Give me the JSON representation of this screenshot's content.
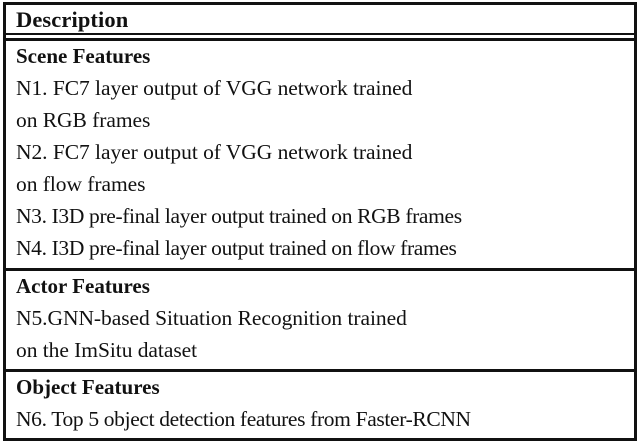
{
  "document": {
    "type": "feature-description-table",
    "header": {
      "column_label": "Description"
    },
    "sections": [
      {
        "title": "Scene Features",
        "entries": [
          {
            "id": "N1",
            "lines": [
              "N1. FC7 layer output of VGG network trained",
              "on RGB frames"
            ]
          },
          {
            "id": "N2",
            "lines": [
              "N2. FC7 layer output of VGG network trained",
              "on flow frames"
            ]
          },
          {
            "id": "N3",
            "lines": [
              "N3. I3D pre-final layer output trained on RGB frames"
            ]
          },
          {
            "id": "N4",
            "lines": [
              "N4. I3D pre-final layer output trained on flow frames"
            ]
          }
        ]
      },
      {
        "title": "Actor Features",
        "entries": [
          {
            "id": "N5",
            "lines": [
              "N5.GNN-based Situation Recognition trained",
              "on the ImSitu dataset"
            ]
          }
        ]
      },
      {
        "title": "Object Features",
        "entries": [
          {
            "id": "N6",
            "lines": [
              "N6. Top 5 object detection features from Faster-RCNN"
            ]
          }
        ]
      }
    ]
  },
  "lines": {
    "header": "Description",
    "s1_title": "Scene Features",
    "s1_l1": "N1. FC7 layer output of VGG network trained",
    "s1_l2": "on RGB frames",
    "s1_l3": "N2. FC7 layer output of VGG network trained",
    "s1_l4": "on flow frames",
    "s1_l5": "N3. I3D pre-final layer output trained on RGB frames",
    "s1_l6": "N4. I3D pre-final layer output trained on flow frames",
    "s2_title": "Actor Features",
    "s2_l1": "N5.GNN-based Situation Recognition trained",
    "s2_l2": "on the ImSitu dataset",
    "s3_title": "Object Features",
    "s3_l1": "N6. Top 5 object detection features from Faster-RCNN"
  },
  "colors": {
    "text": "#111111",
    "rule": "#111111",
    "background": "#ffffff"
  }
}
